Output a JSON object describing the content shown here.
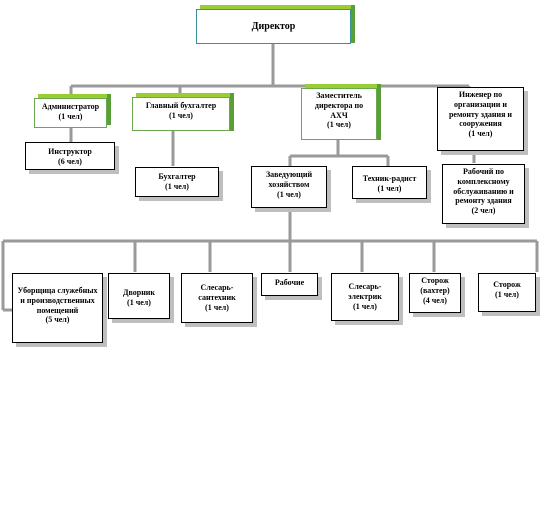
{
  "director": {
    "title": "Директор"
  },
  "level2": {
    "admin": "Администратор\n(1 чел)",
    "chief_accountant": "Главный бухгалтер\n(1 чел)",
    "deputy_ahch": "Заместитель\nдиректора по\nАХЧ\n(1 чел)",
    "engineer_repair": "Инженер по\nорганизации и\nремонту здания и\nсооружения\n(1 чел)"
  },
  "level3": {
    "instructor": "Инструктор\n(6 чел)",
    "accountant": "Бухгалтер\n(1 чел)",
    "head_household": "Заведующий\nхозяйством\n(1 чел)",
    "radio_tech": "Техник-радист\n(1 чел)",
    "maintenance_worker": "Рабочий по\nкомплексному\nобслуживанию и\nремонту здания\n(2 чел)"
  },
  "level4": {
    "cleaner": "Уборщица служебных\nи производственных\nпомещений\n(5 чел)",
    "janitor": "Дворник\n(1 чел)",
    "plumber": "Слесарь-\nсантехник\n(1 чел)",
    "workers": "Рабочие",
    "electrician": "Слесарь-\nэлектрик\n(1 чел)",
    "watchman_guard": "Сторож\n(вахтер)\n(4 чел)",
    "watchman": "Сторож\n(1 чел)"
  }
}
